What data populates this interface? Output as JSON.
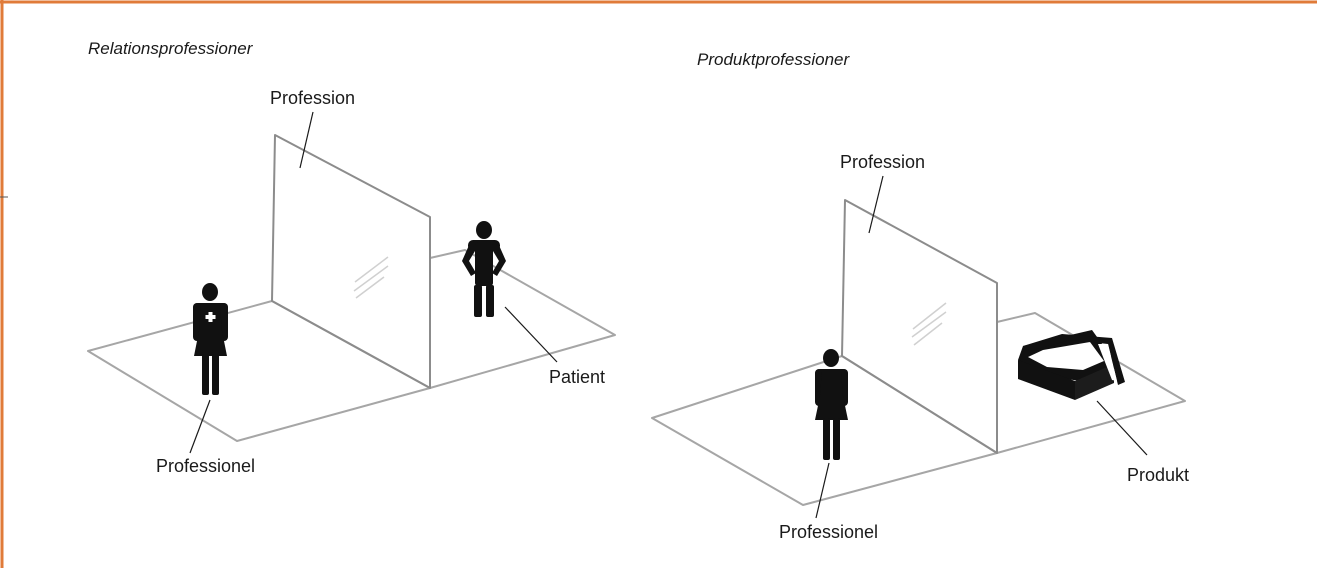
{
  "border_color": "#e07b39",
  "figure_color": "#111111",
  "left_panel": {
    "title": "Relationsprofessioner",
    "labels": {
      "profession": "Profession",
      "professional": "Professionel",
      "patient": "Patient"
    },
    "icons": [
      "nurse-figure-icon",
      "person-figure-icon"
    ]
  },
  "right_panel": {
    "title": "Produktprofessioner",
    "labels": {
      "profession": "Profession",
      "professional": "Professionel",
      "product": "Produkt"
    },
    "icons": [
      "woman-figure-icon",
      "box-icon"
    ]
  }
}
